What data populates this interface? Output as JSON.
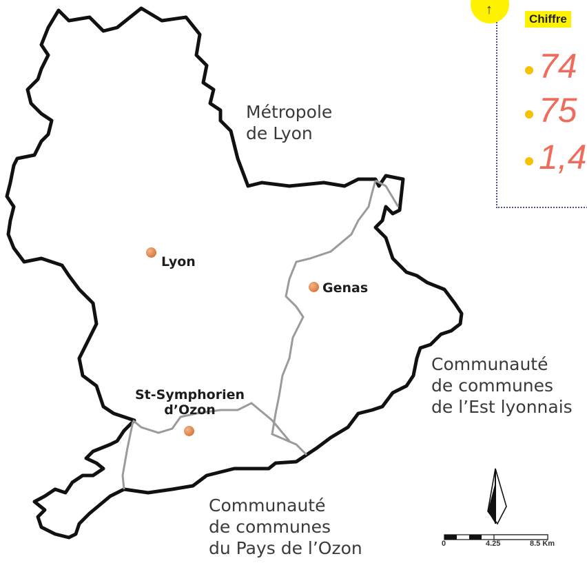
{
  "regions": {
    "metropole": [
      "Métropole",
      "de Lyon"
    ],
    "est_lyonnais": [
      "Communauté",
      "de communes",
      "de l’Est lyonnais"
    ],
    "pays_ozon": [
      "Communauté",
      "de communes",
      "du Pays de l’Ozon"
    ]
  },
  "cities": {
    "lyon": "Lyon",
    "genas": "Genas",
    "st_symphorien": [
      "St-Symphorien",
      "d’Ozon"
    ]
  },
  "info_box": {
    "heading": "Chiffre",
    "stats": [
      "74",
      "75",
      "1,4"
    ],
    "marker_icon": "pin-icon"
  },
  "scale_bar": {
    "labels": [
      "0",
      "4.25",
      "8.5 Km"
    ]
  },
  "colors": {
    "boundary": "#111111",
    "inner_boundary": "#9a9a9a",
    "city_dot": "#d97b3f",
    "stat_text": "#ef6b5b",
    "highlight": "#fff200",
    "bullet": "#f5c200",
    "dotted_frame": "#4a4d8c"
  }
}
